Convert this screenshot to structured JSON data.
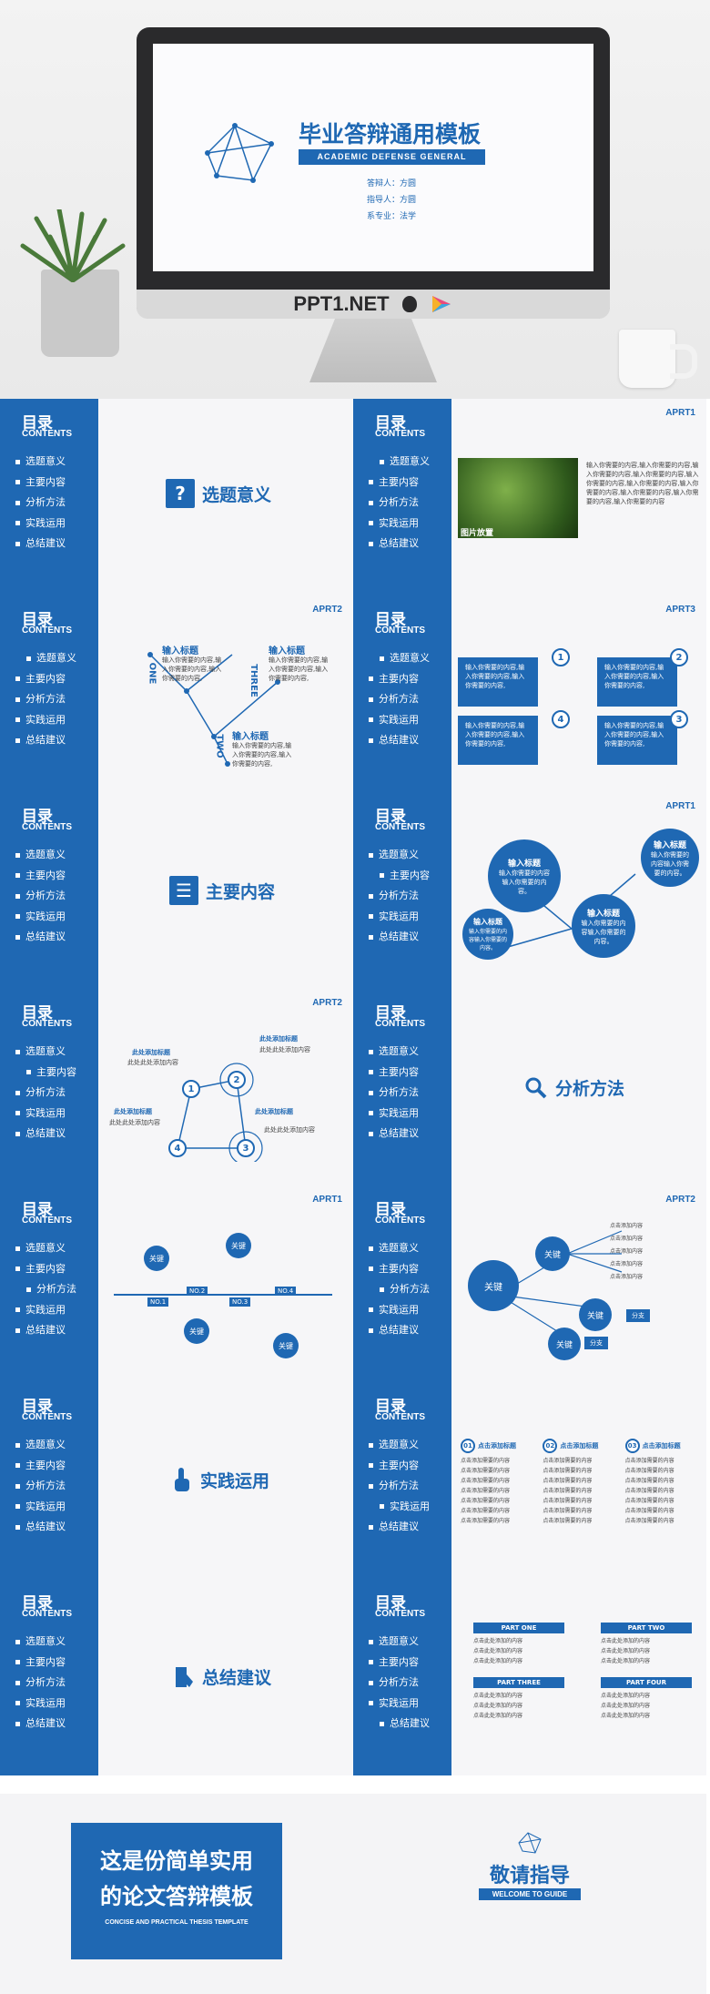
{
  "hero": {
    "title": "毕业答辩通用模板",
    "subtitle": "ACADEMIC DEFENSE GENERAL",
    "info": [
      "答辩人：方圆",
      "指导人：方圆",
      "系专业：法学"
    ],
    "brand": "PPT1.NET"
  },
  "menu": {
    "title": "目录",
    "contents": "CONTENTS",
    "items": [
      "选题意义",
      "主要内容",
      "分析方法",
      "实践运用",
      "总结建议"
    ]
  },
  "tags": {
    "a1": "APRT1",
    "a2": "APRT2",
    "a3": "APRT3"
  },
  "sections": {
    "s1": "选题意义",
    "s2": "主要内容",
    "s3": "分析方法",
    "s4": "实践运用",
    "s5": "总结建议"
  },
  "slide2": {
    "text": "输入你需要的内容,输入你需要的内容,输入你需要的内容,输入你需要的内容,输入你需要的内容,输入你需要的内容,输入你需要的内容,输入你需要的内容,输入你需要的内容,输入你需要的内容",
    "caption": "图片放置"
  },
  "slide3": {
    "heading": "输入标题",
    "labels": [
      "ONE",
      "TWO",
      "THREE"
    ],
    "body": "输入你需要的内容,输入你需要的内容,输入你需要的内容,"
  },
  "slide4": {
    "nums": [
      "1",
      "2",
      "3",
      "4"
    ],
    "body": "输入你需要的内容,输入你需要的内容,输入你需要的内容,"
  },
  "slide6": {
    "heading": "输入标题",
    "body": "输入你需要的内容输入你需要的内容。"
  },
  "slide7": {
    "heading": "此处添加标题",
    "body": "此处此处添加内容",
    "nums": [
      "1",
      "2",
      "3",
      "4"
    ]
  },
  "slide9": {
    "key": "关键",
    "nos": [
      "NO.1",
      "NO.2",
      "NO.3",
      "NO.4"
    ]
  },
  "slide10": {
    "key": "关键",
    "branch": "分支",
    "item": "点击添加内容"
  },
  "slide12": {
    "nums": [
      "01",
      "02",
      "03"
    ],
    "heading": "点击添加标题",
    "item": "点击添加需要的内容"
  },
  "slide14": {
    "parts": [
      "PART ONE",
      "PART TWO",
      "PART THREE",
      "PART FOUR"
    ],
    "item": "点击此处添加的内容"
  },
  "closing": {
    "line1": "这是份简单实用",
    "line2": "的论文答辩模板",
    "sub": "CONCISE AND PRACTICAL THESIS TEMPLATE",
    "thanks": "敬请指导",
    "thanks_sub": "WELCOME TO GUIDE"
  },
  "colors": {
    "accent": "#1f68b3"
  }
}
